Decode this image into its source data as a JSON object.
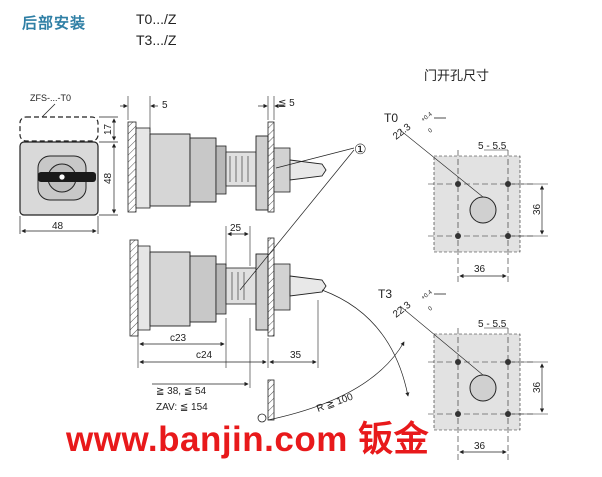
{
  "header": {
    "label": "后部安装",
    "model_t0": "T0.../Z",
    "model_t3": "T3.../Z"
  },
  "front_view": {
    "part_label": "ZFS-...-T0",
    "dim_width": "48",
    "dim_height": "48",
    "dim_top": "17"
  },
  "side_view_top": {
    "dim_panel_gap": "5",
    "dim_panel_max": "≦ 5"
  },
  "side_view_bottom": {
    "dim_25": "25",
    "dim_c23": "c23",
    "dim_c24": "c24",
    "dim_35": "35",
    "dim_range": "≧ 38, ≦ 54",
    "dim_zav": "ZAV: ≦ 154",
    "dim_radius": "R ≧ 100"
  },
  "callout": {
    "marker": "①"
  },
  "cutout": {
    "title": "门开孔尺寸",
    "t0": {
      "label": "T0",
      "dim_hole": "22.3",
      "tol_plus": "+0.4",
      "tol_zero": "0",
      "dim_spacing": "5 - 5.5",
      "dim_vertical": "36",
      "dim_horizontal": "36"
    },
    "t3": {
      "label": "T3",
      "dim_hole": "22.3",
      "tol_plus": "+0.4",
      "tol_zero": "0",
      "dim_spacing": "5 - 5.5",
      "dim_vertical": "36",
      "dim_horizontal": "36"
    }
  },
  "watermark": "www.banjin.com 钣金"
}
